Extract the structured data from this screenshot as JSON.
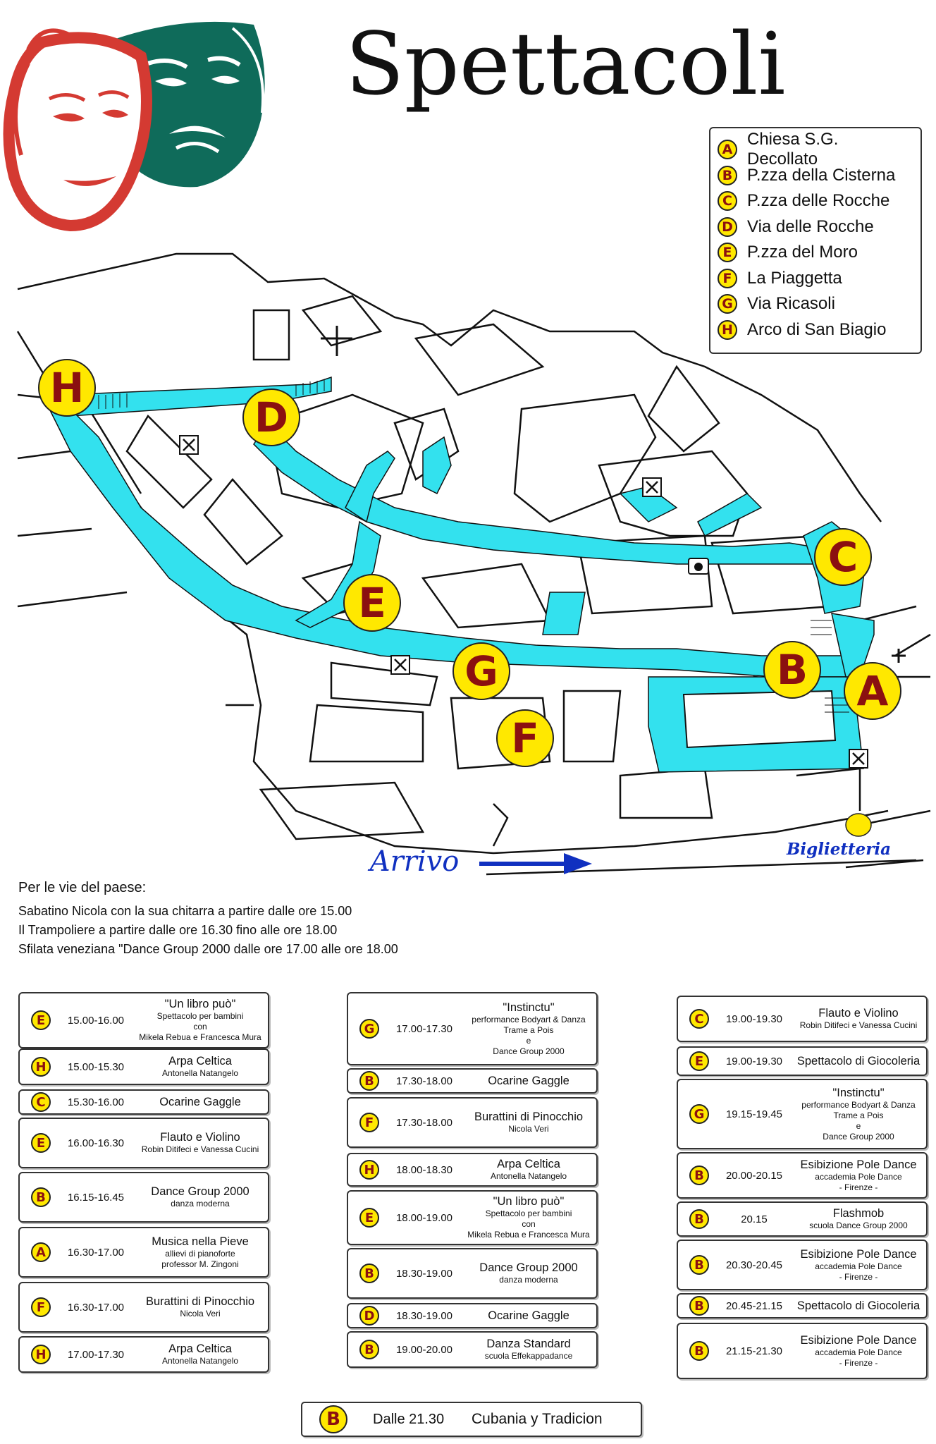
{
  "title": "Spettacoli",
  "legend": [
    {
      "letter": "A",
      "name": "Chiesa S.G. Decollato"
    },
    {
      "letter": "B",
      "name": "P.zza della Cisterna"
    },
    {
      "letter": "C",
      "name": "P.zza delle Rocche"
    },
    {
      "letter": "D",
      "name": "Via delle Rocche"
    },
    {
      "letter": "E",
      "name": "P.zza del Moro"
    },
    {
      "letter": "F",
      "name": "La Piaggetta"
    },
    {
      "letter": "G",
      "name": "Via Ricasoli"
    },
    {
      "letter": "H",
      "name": "Arco di San Biagio"
    }
  ],
  "map": {
    "arrival_label": "Arrivo",
    "ticket_label": "Biglietteria",
    "street_color": "#33e1ee",
    "marker_fill": "#ffe800",
    "marker_text_color": "#8b1010"
  },
  "notes": {
    "heading": "Per le vie del paese:",
    "lines": [
      "Sabatino Nicola con la sua chitarra a partire dalle ore 15.00",
      "Il Trampoliere a partire dalle ore 16.30 fino alle ore 18.00",
      "Sfilata veneziana \"Dance Group 2000 dalle ore 17.00 alle ore 18.00"
    ]
  },
  "schedule": [
    [
      {
        "letter": "E",
        "time": "15.00-16.00",
        "title": "\"Un libro può\"",
        "sub": [
          "Spettacolo per bambini",
          "con",
          "Mikela Rebua e Francesca Mura"
        ]
      },
      {
        "letter": "H",
        "time": "15.00-15.30",
        "title": "Arpa Celtica",
        "sub": [
          "Antonella Natangelo"
        ]
      },
      {
        "letter": "C",
        "time": "15.30-16.00",
        "title": "Ocarine Gaggle",
        "sub": []
      },
      {
        "letter": "E",
        "time": "16.00-16.30",
        "title": "Flauto e Violino",
        "sub": [
          "Robin Ditifeci e Vanessa Cucini"
        ]
      },
      {
        "letter": "B",
        "time": "16.15-16.45",
        "title": "Dance Group 2000",
        "sub": [
          "danza moderna"
        ]
      },
      {
        "letter": "A",
        "time": "16.30-17.00",
        "title": "Musica nella Pieve",
        "sub": [
          "allievi di pianoforte",
          "professor M. Zingoni"
        ]
      },
      {
        "letter": "F",
        "time": "16.30-17.00",
        "title": "Burattini di Pinocchio",
        "sub": [
          "Nicola Veri"
        ]
      },
      {
        "letter": "H",
        "time": "17.00-17.30",
        "title": "Arpa Celtica",
        "sub": [
          "Antonella Natangelo"
        ]
      }
    ],
    [
      {
        "letter": "G",
        "time": "17.00-17.30",
        "title": "\"Instinctu\"",
        "sub": [
          "performance Bodyart & Danza",
          "Trame a Pois",
          "e",
          "Dance Group 2000"
        ]
      },
      {
        "letter": "B",
        "time": "17.30-18.00",
        "title": "Ocarine Gaggle",
        "sub": []
      },
      {
        "letter": "F",
        "time": "17.30-18.00",
        "title": "Burattini di Pinocchio",
        "sub": [
          "Nicola Veri"
        ]
      },
      {
        "letter": "H",
        "time": "18.00-18.30",
        "title": "Arpa Celtica",
        "sub": [
          "Antonella Natangelo"
        ]
      },
      {
        "letter": "E",
        "time": "18.00-19.00",
        "title": "\"Un libro può\"",
        "sub": [
          "Spettacolo per bambini",
          "con",
          "Mikela Rebua e Francesca Mura"
        ]
      },
      {
        "letter": "B",
        "time": "18.30-19.00",
        "title": "Dance Group 2000",
        "sub": [
          "danza moderna"
        ]
      },
      {
        "letter": "D",
        "time": "18.30-19.00",
        "title": "Ocarine Gaggle",
        "sub": []
      },
      {
        "letter": "B",
        "time": "19.00-20.00",
        "title": "Danza Standard",
        "sub": [
          "scuola Effekappadance"
        ]
      }
    ],
    [
      {
        "letter": "C",
        "time": "19.00-19.30",
        "title": "Flauto e Violino",
        "sub": [
          "Robin Ditifeci e Vanessa Cucini"
        ]
      },
      {
        "letter": "E",
        "time": "19.00-19.30",
        "title": "Spettacolo di Giocoleria",
        "sub": []
      },
      {
        "letter": "G",
        "time": "19.15-19.45",
        "title": "\"Instinctu\"",
        "sub": [
          "performance Bodyart & Danza",
          "Trame a Pois",
          "e",
          "Dance Group 2000"
        ]
      },
      {
        "letter": "B",
        "time": "20.00-20.15",
        "title": "Esibizione Pole Dance",
        "sub": [
          "accademia Pole Dance",
          "- Firenze -"
        ]
      },
      {
        "letter": "B",
        "time": "20.15",
        "title": "Flashmob",
        "sub": [
          "scuola Dance Group 2000"
        ]
      },
      {
        "letter": "B",
        "time": "20.30-20.45",
        "title": "Esibizione Pole Dance",
        "sub": [
          "accademia Pole Dance",
          "- Firenze -"
        ]
      },
      {
        "letter": "B",
        "time": "20.45-21.15",
        "title": "Spettacolo di Giocoleria",
        "sub": []
      },
      {
        "letter": "B",
        "time": "21.15-21.30",
        "title": "Esibizione Pole Dance",
        "sub": [
          "accademia Pole Dance",
          "- Firenze -"
        ]
      }
    ]
  ],
  "final": {
    "letter": "B",
    "time": "Dalle 21.30",
    "title": "Cubania y Tradicion"
  }
}
